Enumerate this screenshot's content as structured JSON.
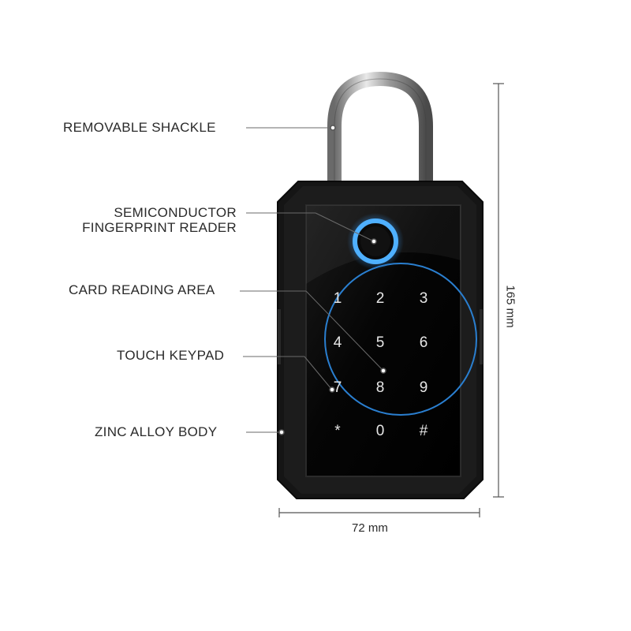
{
  "callouts": {
    "shackle": "REMOVABLE SHACKLE",
    "fingerprint_line1": "SEMICONDUCTOR",
    "fingerprint_line2": "FINGERPRINT READER",
    "card_area": "CARD READING AREA",
    "keypad": "TOUCH KEYPAD",
    "body": "ZINC ALLOY BODY"
  },
  "dimensions": {
    "height": "165 mm",
    "width": "72 mm"
  },
  "keypad": {
    "keys": [
      "1",
      "2",
      "3",
      "4",
      "5",
      "6",
      "7",
      "8",
      "9",
      "*",
      "0",
      "#"
    ]
  },
  "colors": {
    "body": "#111111",
    "fingerprint_ring": "#2f8fe0",
    "card_circle": "#2a7fd0",
    "key_text": "#e6e6e6"
  }
}
